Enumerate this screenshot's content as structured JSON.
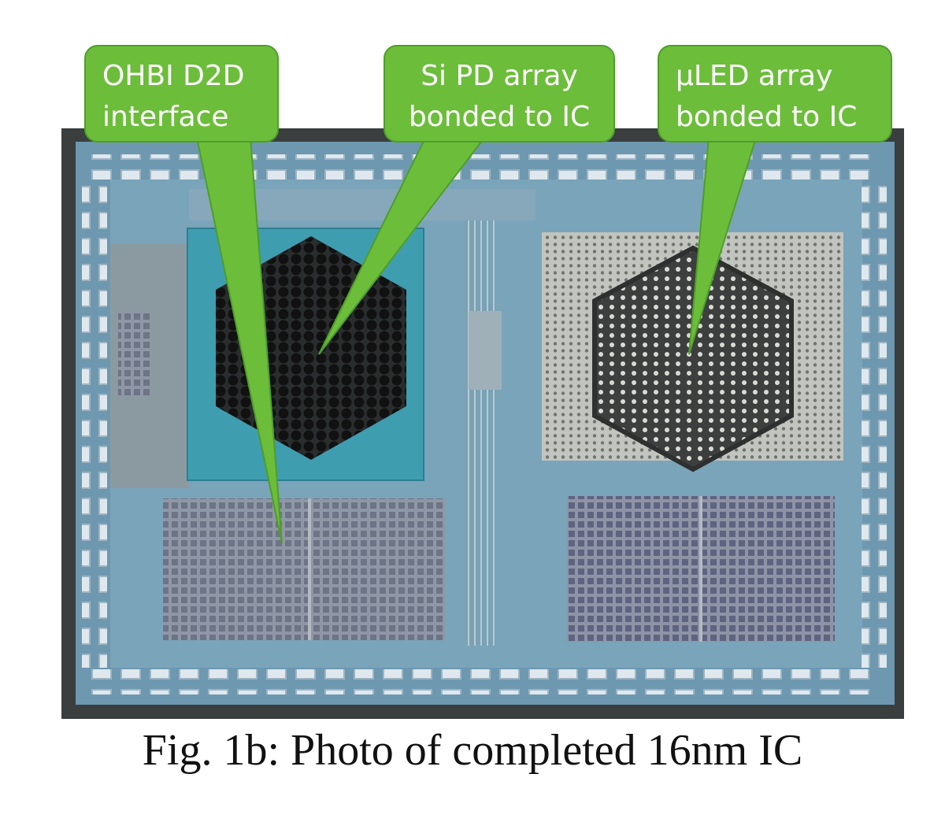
{
  "figure": {
    "callouts": [
      {
        "line1": "OHBI D2D",
        "line2": "interface"
      },
      {
        "line1": "Si PD array",
        "line2": "bonded to IC"
      },
      {
        "line1": "µLED array",
        "line2": "bonded to IC"
      }
    ],
    "caption": "Fig. 1b: Photo of completed 16nm IC"
  },
  "colors": {
    "callout_fill": "#6cbd3a",
    "callout_stroke": "#4f9e2a",
    "die_blue": "#6d98b0",
    "pd_chip_teal": "#3f9db0",
    "array_black": "#141414"
  }
}
